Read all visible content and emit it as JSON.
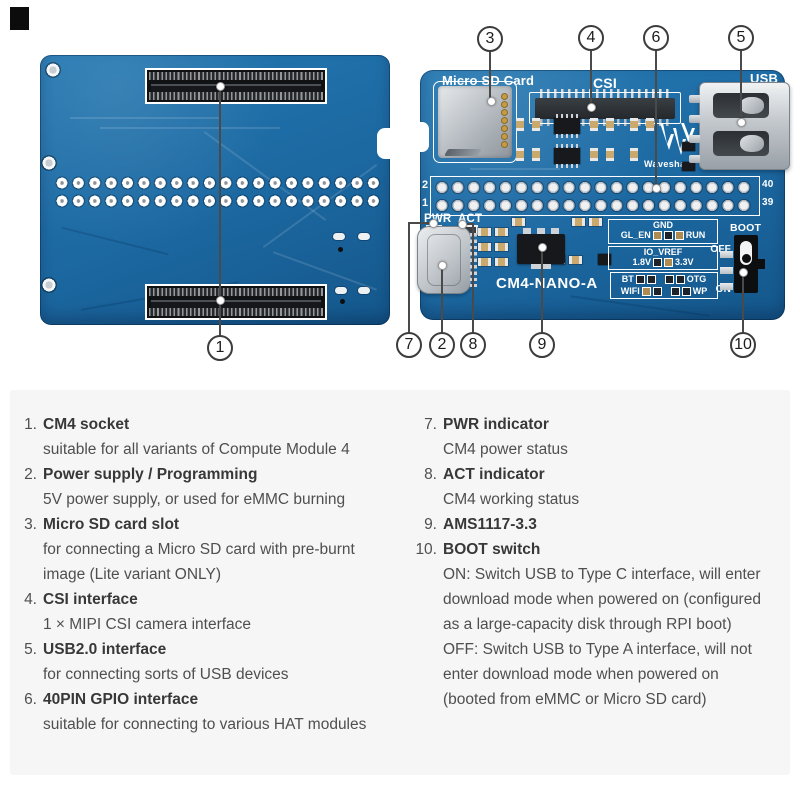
{
  "board": {
    "micro_sd_label": "Micro SD Card",
    "csi_label": "CSI",
    "usb_label": "USB",
    "brand": "Waveshare",
    "reg_mark": "®",
    "pin2": "2",
    "pin1": "1",
    "pin40": "40",
    "pin39": "39",
    "pwr": "PWR",
    "act": "ACT",
    "model": "CM4-NANO-A",
    "gnd": "GND",
    "gl_en": "GL_EN",
    "run": "RUN",
    "io_vref": "IO_VREF",
    "v1_8": "1.8V",
    "v3_3": "3.3V",
    "bt": "BT",
    "otg": "OTG",
    "wifi": "WIFI",
    "wp": "WP",
    "boot": "BOOT",
    "off": "OFF",
    "on": "ON"
  },
  "callouts": {
    "c1": "1",
    "c2": "2",
    "c3": "3",
    "c4": "4",
    "c5": "5",
    "c6": "6",
    "c7": "7",
    "c8": "8",
    "c9": "9",
    "c10": "10"
  },
  "legend": {
    "left": [
      {
        "num": "1.",
        "title": "CM4 socket",
        "lines": [
          "suitable for all variants of Compute Module 4"
        ]
      },
      {
        "num": "2.",
        "title": "Power supply / Programming",
        "lines": [
          "5V power supply, or used for eMMC burning"
        ]
      },
      {
        "num": "3.",
        "title": "Micro SD card slot",
        "lines": [
          "for connecting a Micro SD card with pre-burnt",
          "image (Lite variant ONLY)"
        ]
      },
      {
        "num": "4.",
        "title": "CSI interface",
        "lines": [
          "1 × MIPI CSI camera interface"
        ]
      },
      {
        "num": "5.",
        "title": "USB2.0 interface",
        "lines": [
          "for connecting sorts of USB devices"
        ]
      },
      {
        "num": "6.",
        "title": "40PIN GPIO interface",
        "lines": [
          "suitable for connecting to various HAT modules"
        ]
      }
    ],
    "right": [
      {
        "num": "7.",
        "title": "PWR indicator",
        "lines": [
          "CM4 power status"
        ]
      },
      {
        "num": "8.",
        "title": "ACT indicator",
        "lines": [
          "CM4 working status"
        ]
      },
      {
        "num": "9.",
        "title": "AMS1117-3.3",
        "lines": []
      },
      {
        "num": "10.",
        "title": "BOOT switch",
        "lines": [
          "ON: Switch USB to Type C interface, will enter",
          "download mode when powered on (configured",
          "as a large-capacity disk through RPI boot)",
          "OFF: Switch USB to Type A interface, will not",
          "enter download mode when powered on",
          "(booted from eMMC or Micro SD card)"
        ]
      }
    ]
  },
  "colors": {
    "pcb_blue": "#1e6ca6",
    "pcb_blue_dark": "#14578b",
    "legend_bg": "#f6f6f6",
    "leader_line": "#4a4a4a",
    "silkscreen": "#ffffff",
    "gold_contact": "#c59b45"
  }
}
